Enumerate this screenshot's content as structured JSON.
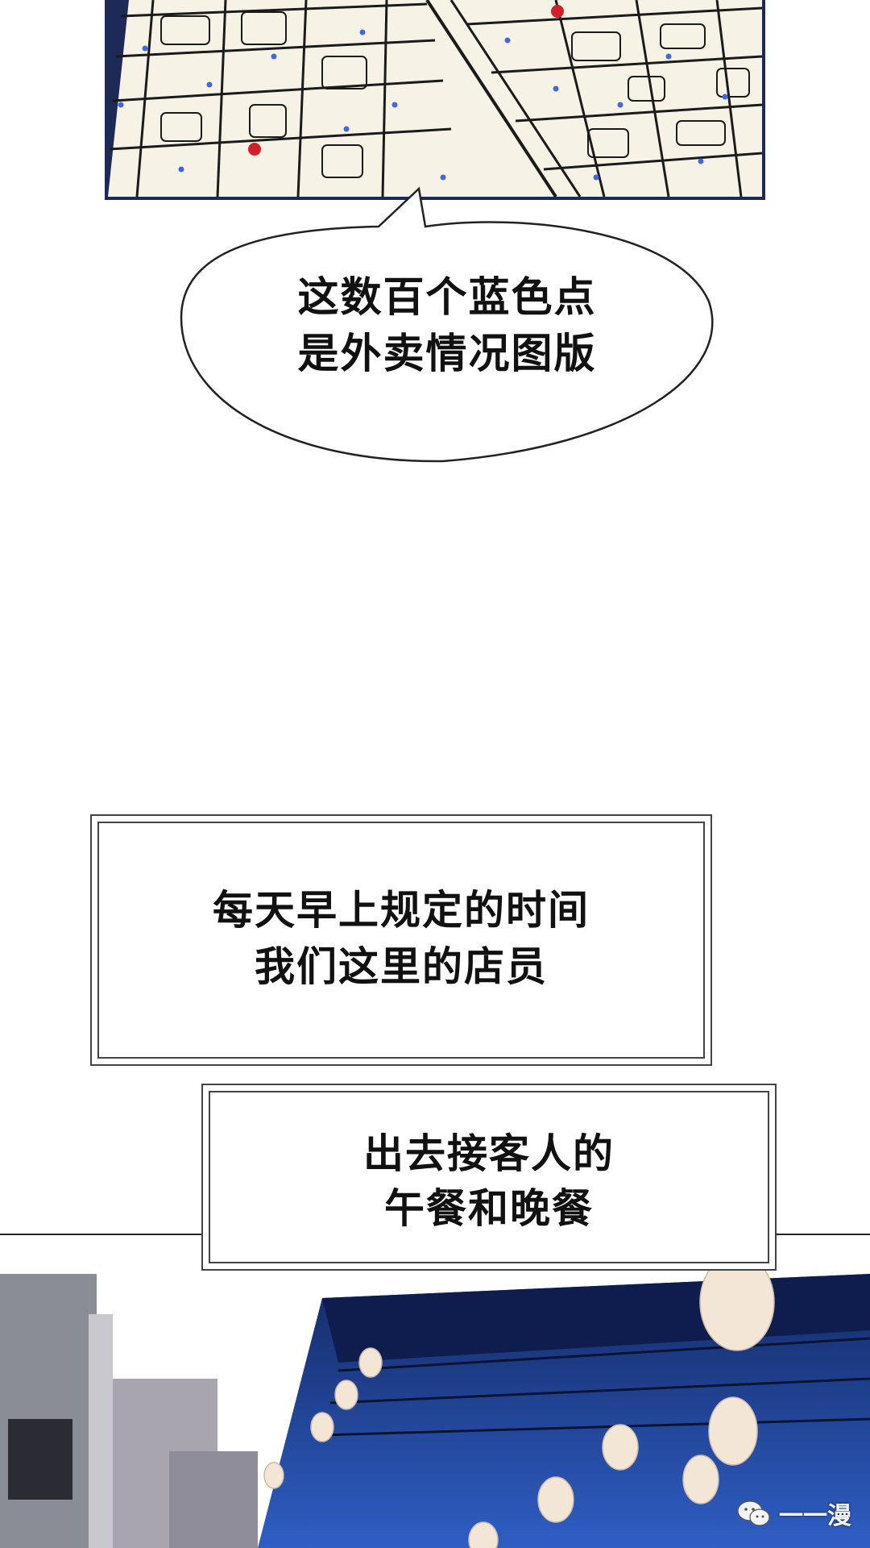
{
  "map_panel": {
    "colors": {
      "paper": "#f6f3e6",
      "ink": "#1b1b1b",
      "blue_dot": "#4466dd",
      "red_dot": "#d2202a",
      "frame_dark": "#1d2a55"
    }
  },
  "speech_bubble": {
    "lines": [
      "这数百个蓝色点",
      "是外卖情况图版"
    ]
  },
  "caption_1": {
    "lines": [
      "每天早上规定的时间",
      "我们这里的店员"
    ]
  },
  "caption_2": {
    "lines": [
      "出去接客人的",
      "午餐和晚餐"
    ]
  },
  "scene": {
    "colors": {
      "sky_top": "#ffffff",
      "night_blue": "#1e3c8c",
      "lantern": "#f4e6d6"
    }
  },
  "watermark": {
    "icon": "wechat-icon",
    "text": "一一漫"
  }
}
